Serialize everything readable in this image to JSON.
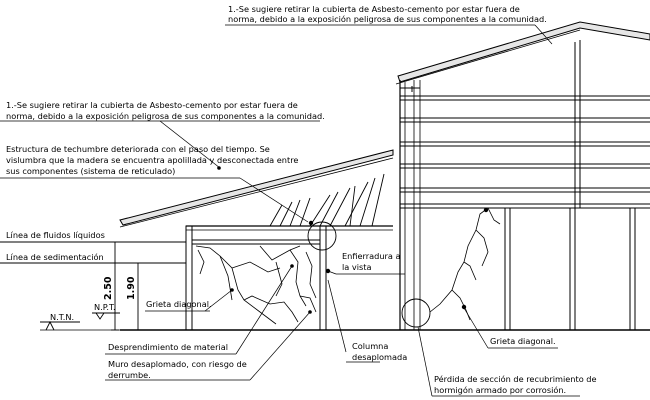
{
  "notes": {
    "top_right": [
      "1.-Se sugiere retirar la cubierta de Asbesto-cemento por estar fuera de",
      "norma, debido a la exposición peligrosa de sus componentes a la comunidad."
    ],
    "left_roof": [
      "1.-Se sugiere retirar la cubierta de Asbesto-cemento por estar fuera de",
      "norma, debido a la exposición peligrosa de sus componentes a la comunidad."
    ],
    "structure": [
      "Estructura de techumbre deteriorada con el paso del tiempo. Se",
      "vislumbra que la madera se encuentra apolillada y desconectada entre",
      "sus componentes (sistema de reticulado)"
    ],
    "fluids": "Línea de fluidos líquidos",
    "sedimentation": "Línea de sedimentación",
    "ntn": "N.T.N.",
    "npt": "N.P.T.",
    "dim_250": "2.50",
    "dim_190": "1.90",
    "crack_left": "Grieta diagonal.",
    "rebar": [
      "Enfierradura a",
      "la vista"
    ],
    "detachment": "Desprendimiento de material",
    "wall": [
      "Muro desaplomado, con riesgo de",
      "derrumbe."
    ],
    "column": [
      "Columna",
      "desaplomada"
    ],
    "crack_right": "Grieta diagonal.",
    "section_loss": [
      "Pérdida de sección de recubrimiento de",
      "hormigón armado por corrosión."
    ]
  }
}
